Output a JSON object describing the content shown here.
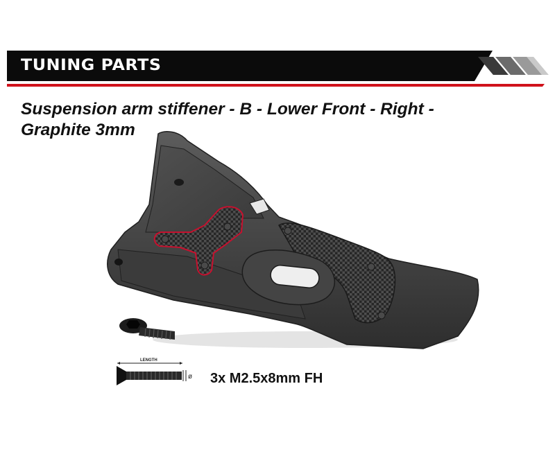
{
  "banner": {
    "title": "TUNING PARTS",
    "colors": {
      "bar": "#0b0b0b",
      "text": "#ffffff",
      "accent_line": "#d0121b",
      "stripes": [
        "#3a3a3a",
        "#6b6b6b",
        "#9a9a9a",
        "#c9c9c9"
      ]
    }
  },
  "product": {
    "title_line1": "Suspension arm stiffener - B - Lower Front - Right -",
    "title_line2": "Graphite 3mm",
    "image_icon": "suspension-arm-with-graphite-stiffener",
    "highlight_color": "#c8102e"
  },
  "hardware": {
    "screw_icon": "flat-head-hex-screw",
    "dimension_label": "LENGTH",
    "diameter_symbol": "ø",
    "quantity_label": "3x M2.5x8mm FH"
  }
}
